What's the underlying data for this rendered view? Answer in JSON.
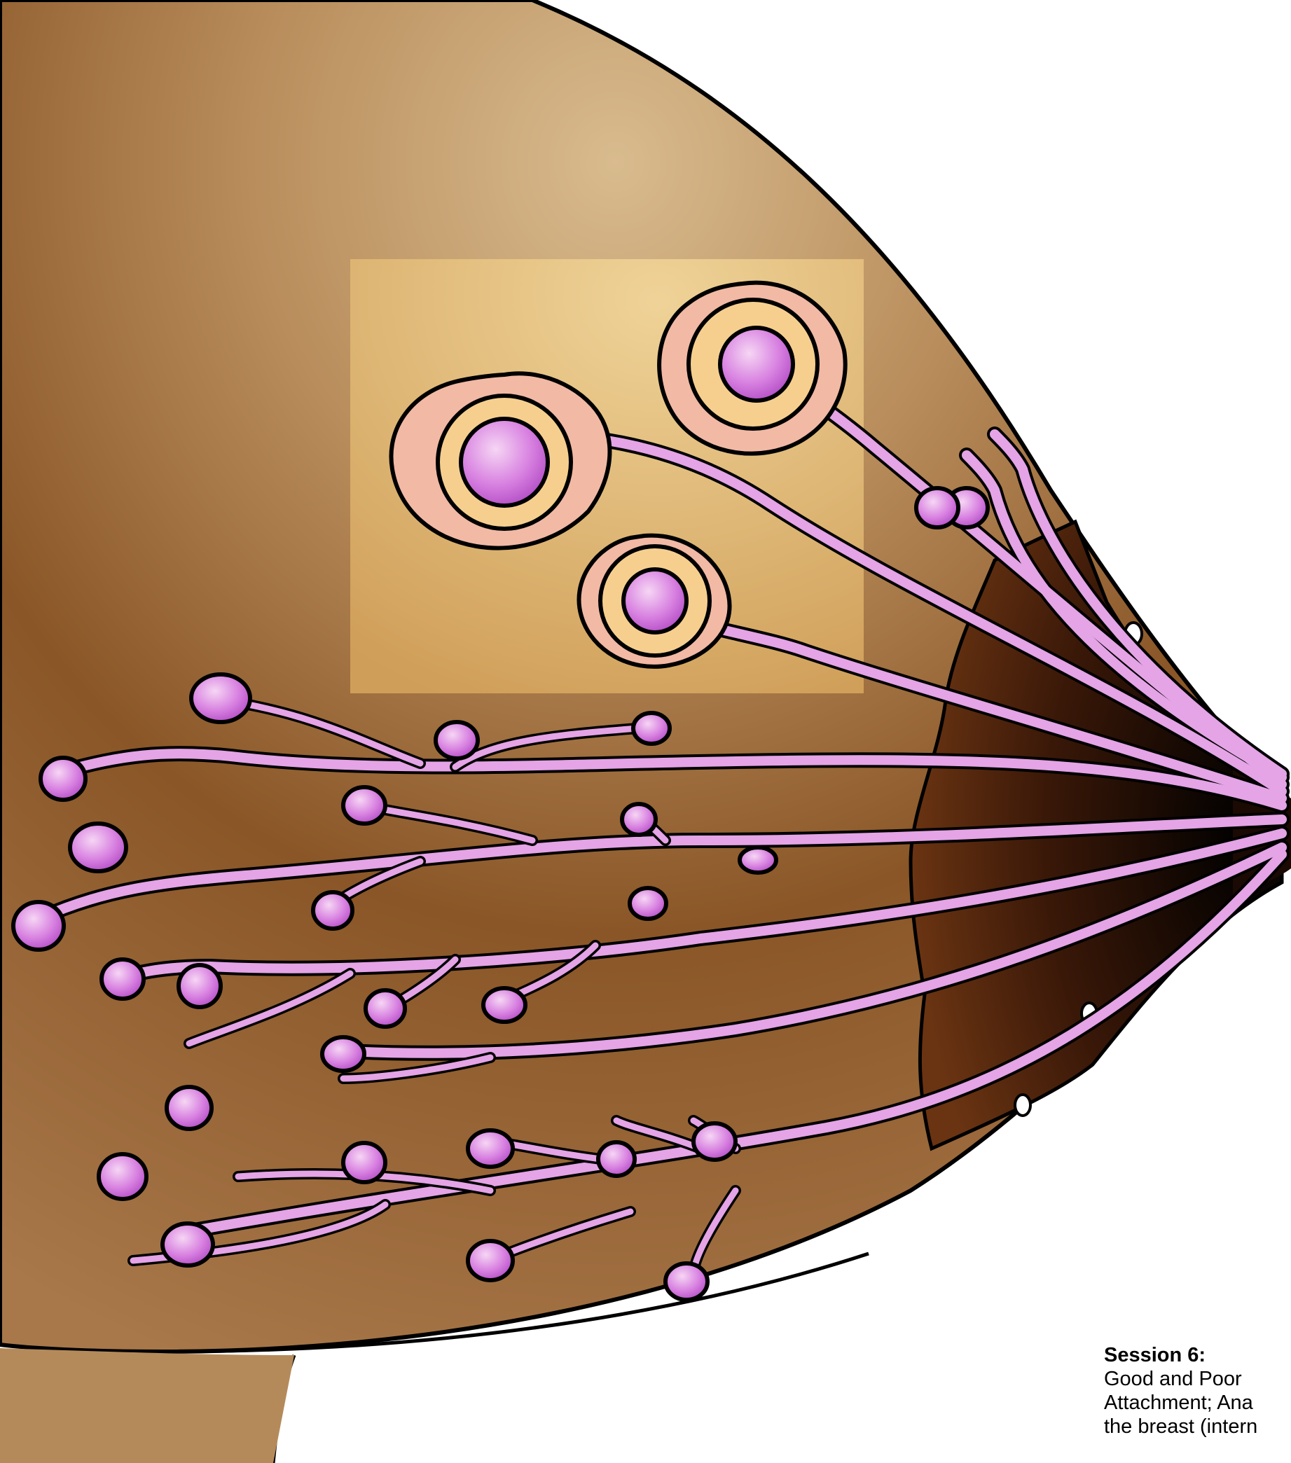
{
  "caption": {
    "title": "Session 6:",
    "line1": "Good and Poor",
    "line2": "Attachment; Ana",
    "line3": "the breast (intern"
  },
  "colors": {
    "skin": "#b58a5a",
    "skin_dark": "#6e3f17",
    "areola": "#3a1a08",
    "tissue": "#d9a6e0",
    "lobule": "#c96cd6",
    "alveolus": "#f3c99a",
    "inset": "#e2b77a"
  },
  "icons": {
    "nipple": "nipple-icon",
    "montgomery_glands": "montgomery-gland-icon"
  }
}
